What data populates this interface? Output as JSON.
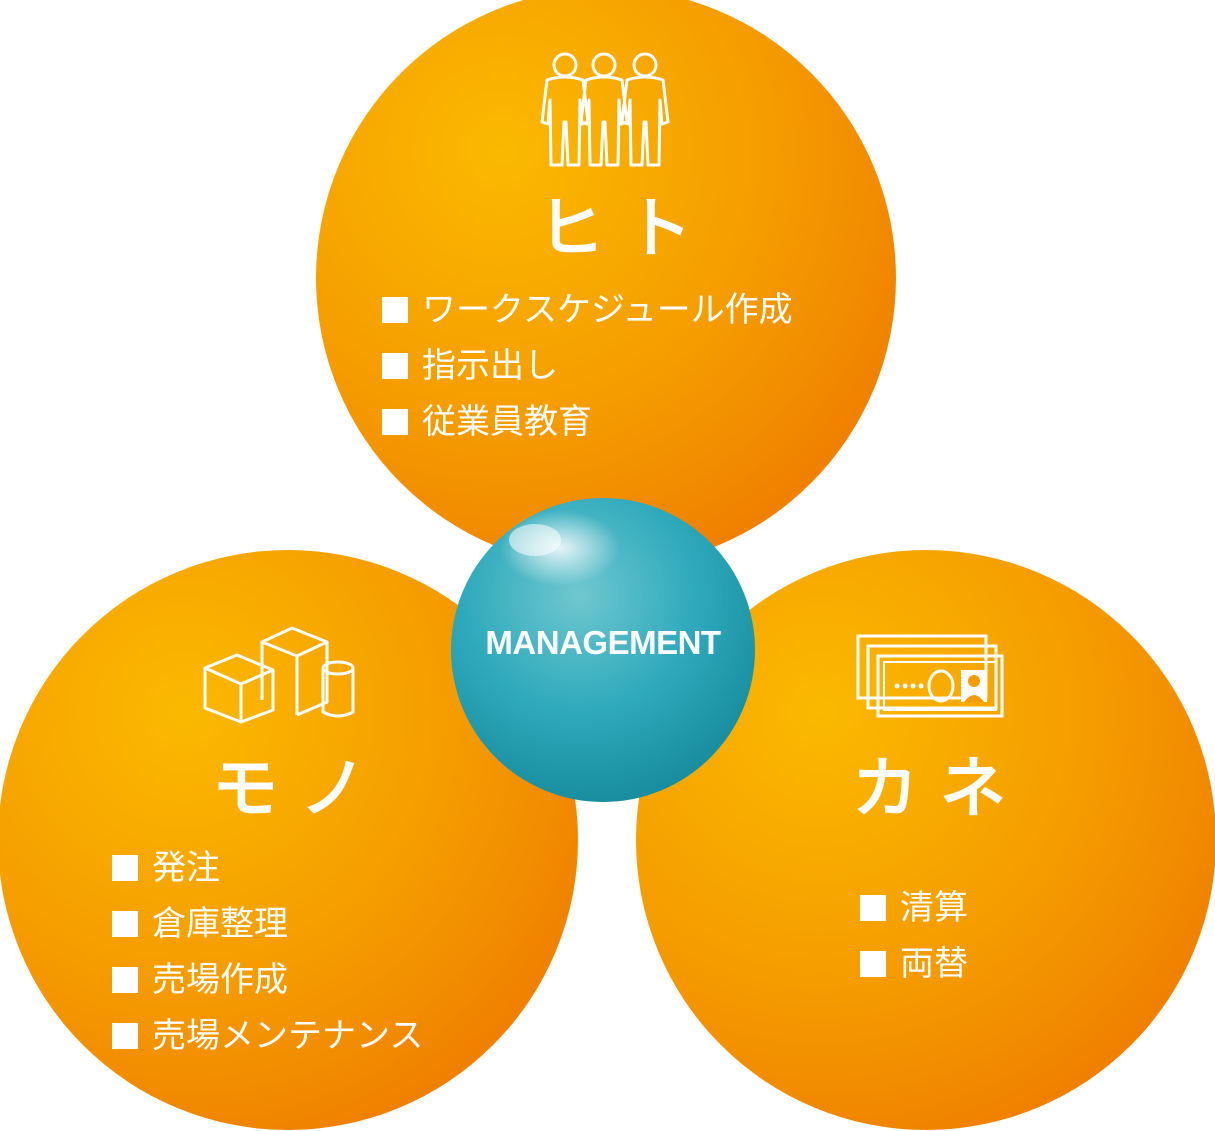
{
  "center": {
    "label": "MANAGEMENT"
  },
  "circles": {
    "hito": {
      "title": "ヒト",
      "icon": "people-icon",
      "items": [
        "ワークスケジュール作成",
        "指示出し",
        "従業員教育"
      ]
    },
    "mono": {
      "title": "モノ",
      "icon": "boxes-icon",
      "items": [
        "発注",
        "倉庫整理",
        "売場作成",
        "売場メンテナンス"
      ]
    },
    "kane": {
      "title": "カネ",
      "icon": "money-icon",
      "items": [
        "清算",
        "両替"
      ]
    }
  },
  "colors": {
    "orange_light": "#FBB900",
    "orange_dark": "#EE7A00",
    "teal": "#1FA5B8",
    "connector": "#FFFFFF"
  }
}
